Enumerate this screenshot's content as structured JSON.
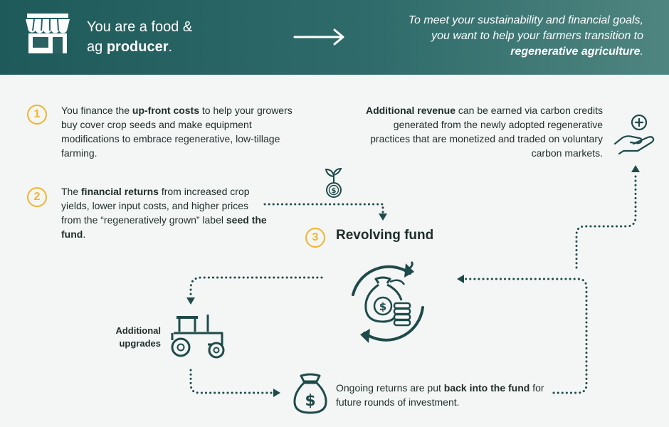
{
  "header": {
    "left_prefix": "You are a food &",
    "left_line2_prefix": "ag ",
    "left_bold": "producer",
    "left_suffix": ".",
    "right_line": "To meet your sustainability and financial goals, you want to help your farmers transition to ",
    "right_bold": "regenerative agriculture",
    "right_suffix": "."
  },
  "steps": [
    {
      "number": "1",
      "text_a": "You finance the ",
      "bold": "up-front costs",
      "text_b": " to help your growers buy cover crop seeds and make equipment modifications to embrace regenerative, low-tillage farming."
    },
    {
      "number": "2",
      "text_a": "The ",
      "bold": "financial returns",
      "text_b": " from increased crop yields, lower input costs, and higher prices from the “regeneratively grown” label ",
      "bold2": "seed the fund",
      "text_c": "."
    },
    {
      "number": "3",
      "title": "Revolving fund"
    }
  ],
  "carbon": {
    "bold": "Additional revenue",
    "text": " can be earned via carbon credits generated from the newly adopted regenerative practices that are monetized and traded on voluntary carbon markets."
  },
  "upgrades_label": "Additional upgrades",
  "ongoing": {
    "text_a": "Ongoing returns are put ",
    "bold": "back into the fund",
    "text_b": " for future rounds of investment."
  },
  "colors": {
    "header_bg": "#1f5a5b",
    "accent": "#f2b42c",
    "icon": "#1f4a4a",
    "background": "#f3f6f5"
  },
  "icons": [
    "shop-icon",
    "arrow-right-icon",
    "plant-coin-icon",
    "revolving-fund-icon",
    "tractor-icon",
    "money-bag-icon",
    "hand-plus-icon"
  ]
}
